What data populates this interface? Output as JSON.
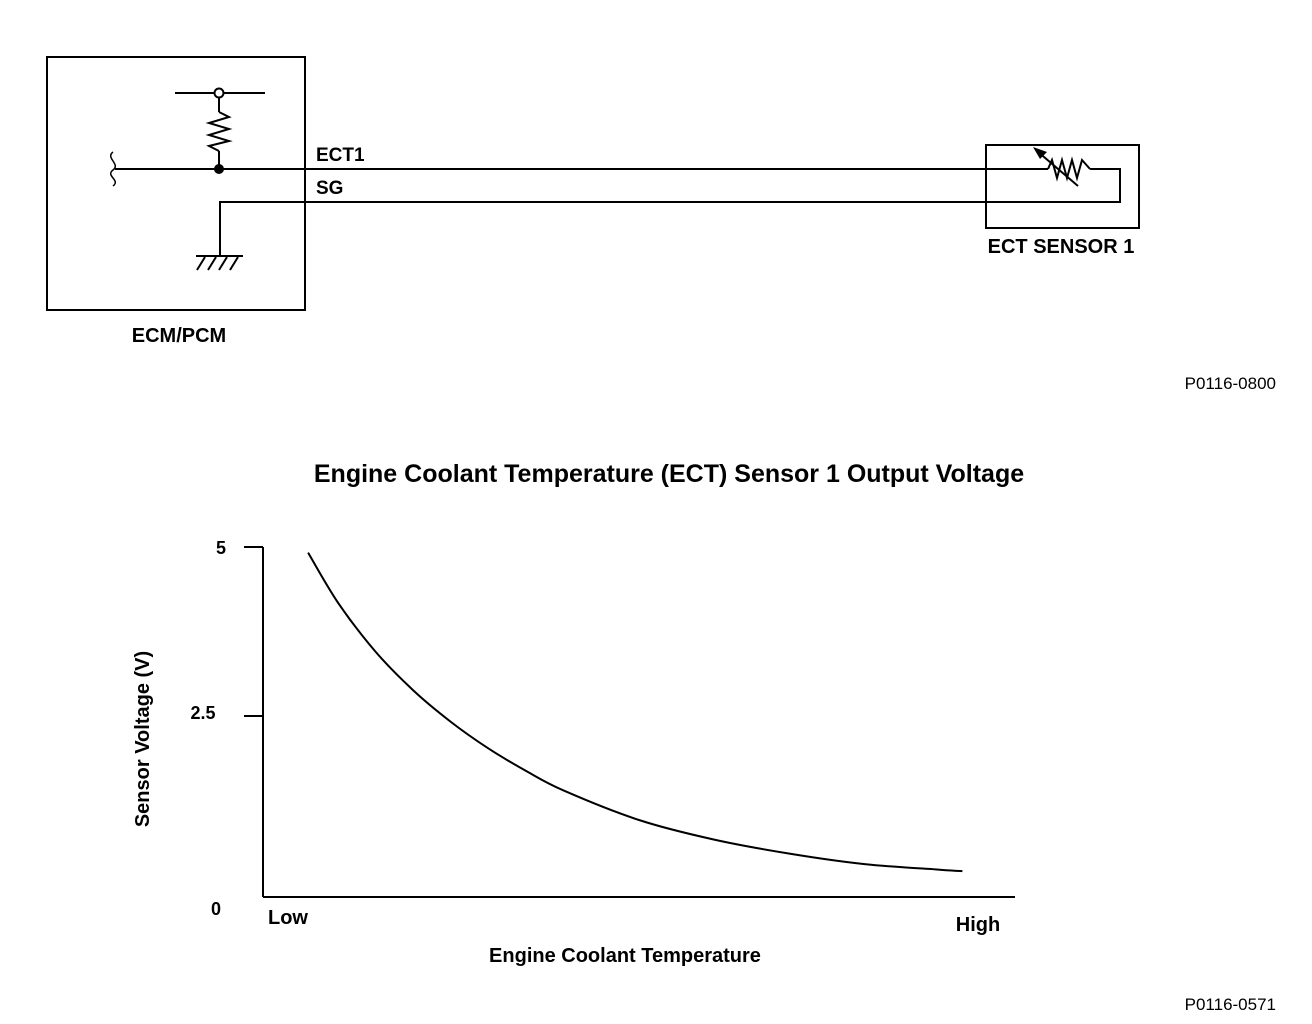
{
  "schematic": {
    "ecm_label": "ECM/PCM",
    "wire1_label": "ECT1",
    "wire2_label": "SG",
    "sensor_label": "ECT SENSOR 1",
    "figure_ref": "P0116-0800"
  },
  "chart_figure_ref": "P0116-0571",
  "chart_data": {
    "type": "line",
    "title": "Engine Coolant Temperature (ECT) Sensor 1 Output Voltage",
    "xlabel": "Engine Coolant Temperature",
    "ylabel": "Sensor Voltage (V)",
    "x_tick_labels": [
      "Low",
      "High"
    ],
    "y_ticks": [
      "5",
      "2.5",
      "0"
    ],
    "ylim": [
      0,
      5
    ],
    "grid": false,
    "series": [
      {
        "x": [
          0.06,
          0.1,
          0.15,
          0.2,
          0.25,
          0.3,
          0.35,
          0.4,
          0.5,
          0.6,
          0.7,
          0.8,
          0.9,
          0.93
        ],
        "y": [
          4.92,
          4.2,
          3.5,
          2.95,
          2.5,
          2.12,
          1.8,
          1.52,
          1.1,
          0.82,
          0.62,
          0.47,
          0.39,
          0.37
        ]
      }
    ]
  }
}
